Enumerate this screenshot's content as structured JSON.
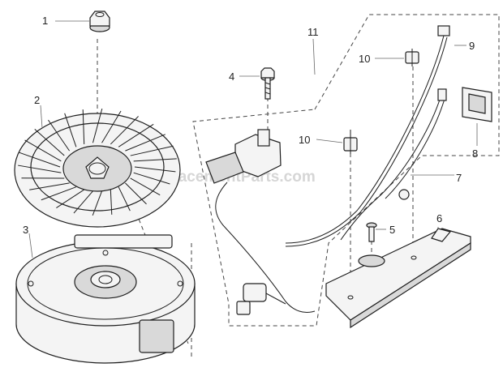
{
  "diagram": {
    "watermark": "eReplacementParts.com",
    "callouts": [
      {
        "id": "1",
        "label": "1"
      },
      {
        "id": "2",
        "label": "2"
      },
      {
        "id": "3",
        "label": "3"
      },
      {
        "id": "4",
        "label": "4"
      },
      {
        "id": "5",
        "label": "5"
      },
      {
        "id": "6",
        "label": "6"
      },
      {
        "id": "7",
        "label": "7"
      },
      {
        "id": "8",
        "label": "8"
      },
      {
        "id": "9",
        "label": "9"
      },
      {
        "id": "10a",
        "label": "10"
      },
      {
        "id": "10b",
        "label": "10"
      },
      {
        "id": "11",
        "label": "11"
      }
    ]
  }
}
